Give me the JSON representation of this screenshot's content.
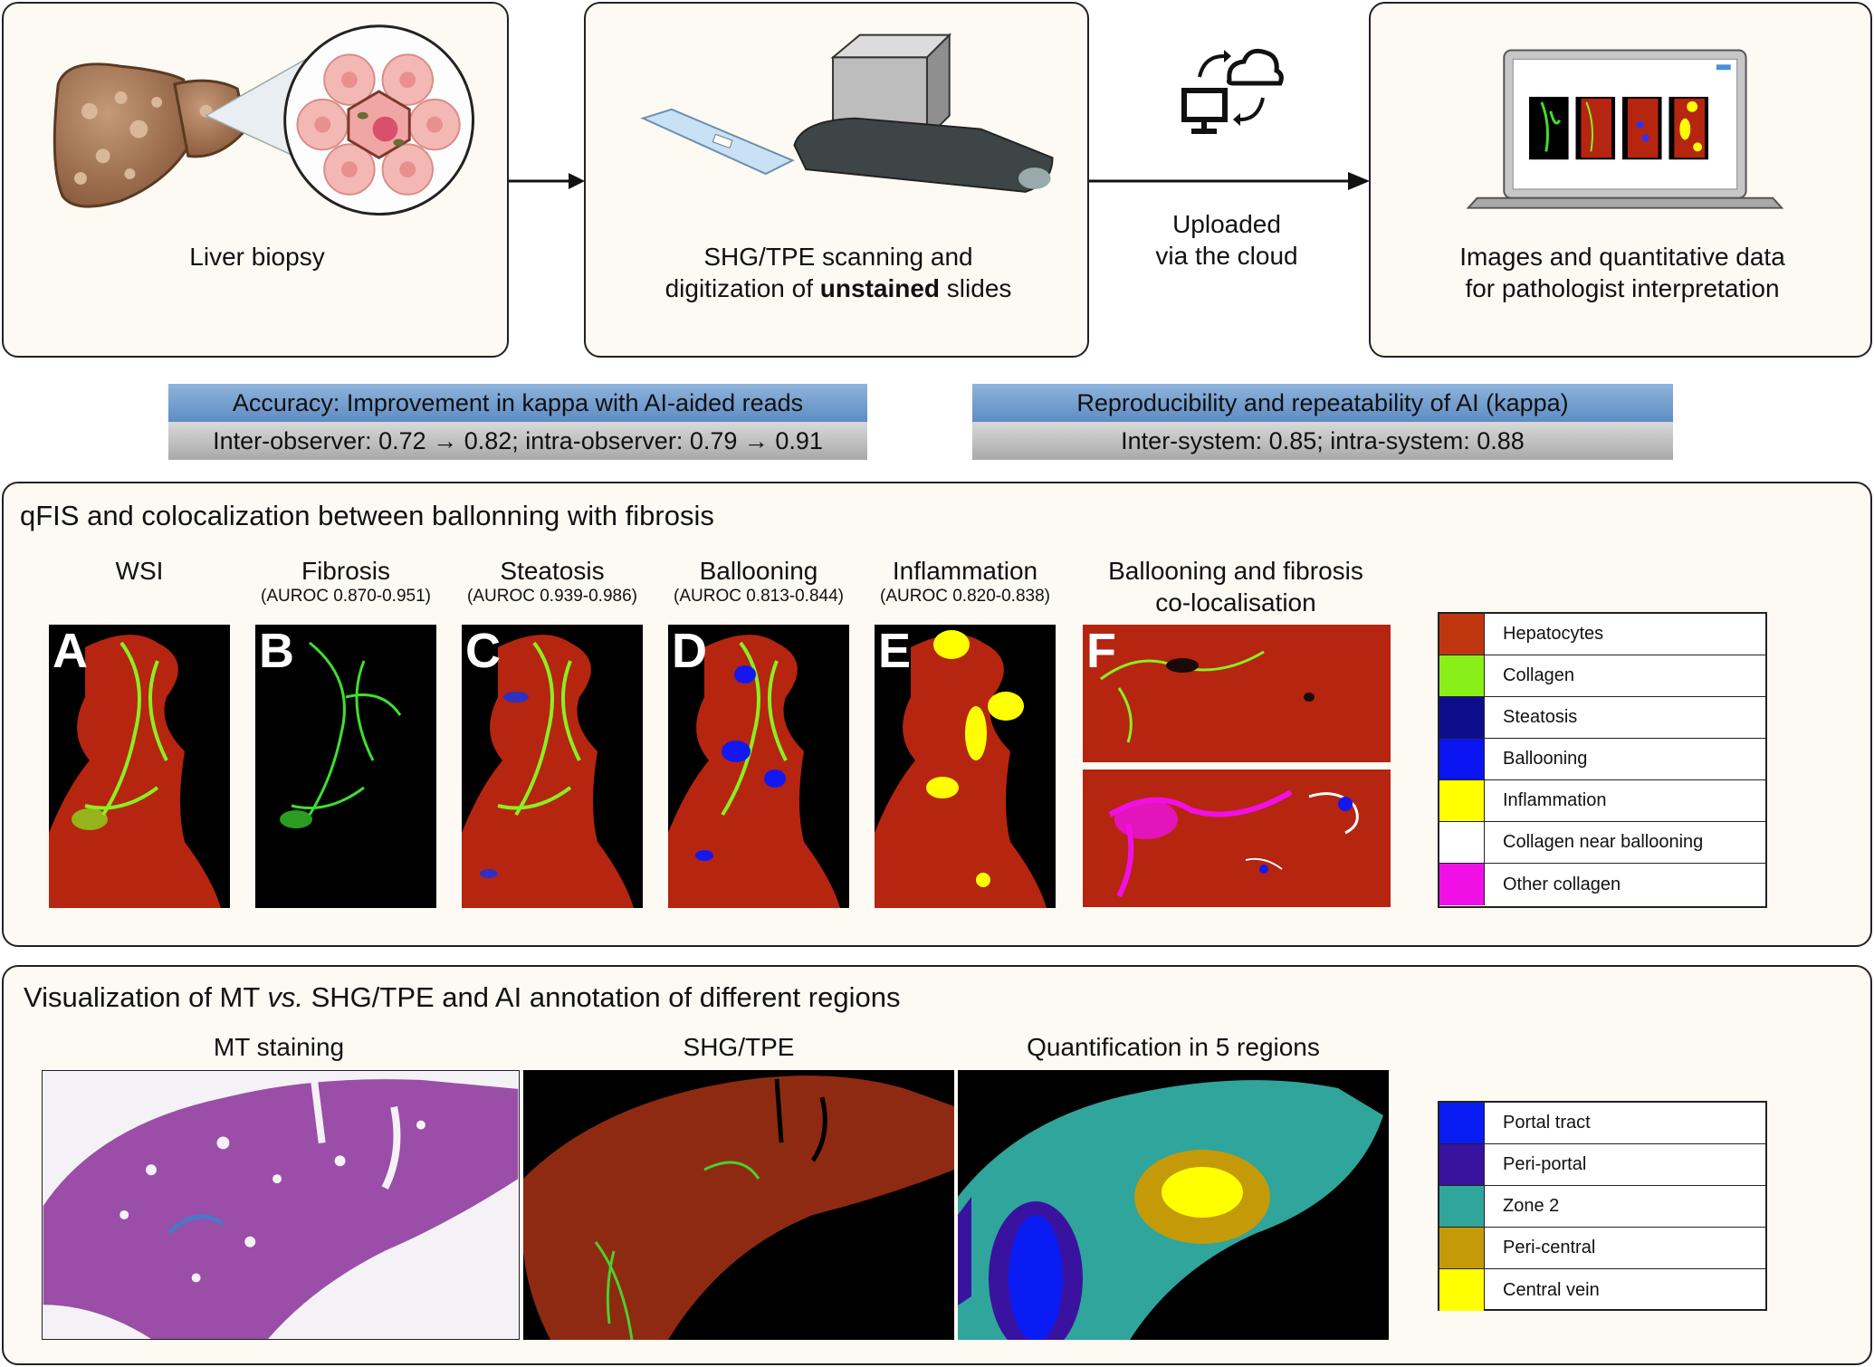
{
  "workflow": {
    "step1": "Liver biopsy",
    "step2_line1": "SHG/TPE scanning and",
    "step2_line2_pre": "digitization of ",
    "step2_line2_bold": "unstained",
    "step2_line2_post": " slides",
    "upload_line1": "Uploaded",
    "upload_line2": "via the cloud",
    "step4_line1": "Images and quantitative data",
    "step4_line2": "for pathologist interpretation"
  },
  "kappa": {
    "accuracy_title": "Accuracy: Improvement in kappa with AI-aided reads",
    "accuracy_values": "Inter-observer: 0.72 → 0.82; intra-observer: 0.79 → 0.91",
    "repro_title": "Reproducibility and repeatability of AI (kappa)",
    "repro_values": "Inter-system: 0.85; intra-system: 0.88"
  },
  "panel_qfis": {
    "title": "qFIS and colocalization between ballonning with fibrosis",
    "columns": [
      {
        "label": "WSI",
        "sub": "",
        "letter": "A"
      },
      {
        "label": "Fibrosis",
        "sub": "(AUROC 0.870-0.951)",
        "letter": "B"
      },
      {
        "label": "Steatosis",
        "sub": "(AUROC 0.939-0.986)",
        "letter": "C"
      },
      {
        "label": "Ballooning",
        "sub": "(AUROC 0.813-0.844)",
        "letter": "D"
      },
      {
        "label": "Inflammation",
        "sub": "(AUROC 0.820-0.838)",
        "letter": "E"
      }
    ],
    "coloc_line1": "Ballooning and fibrosis",
    "coloc_line2": "co-localisation",
    "coloc_letter": "F",
    "legend": [
      {
        "label": "Hepatocytes",
        "color": "#c0370f"
      },
      {
        "label": "Collagen",
        "color": "#88f018"
      },
      {
        "label": "Steatosis",
        "color": "#0d0d8c"
      },
      {
        "label": "Ballooning",
        "color": "#0a14f0"
      },
      {
        "label": "Inflammation",
        "color": "#ffff00"
      },
      {
        "label": "Collagen near ballooning",
        "color": "#ffffff"
      },
      {
        "label": "Other collagen",
        "color": "#f010e6"
      }
    ]
  },
  "panel_mt": {
    "title_pre": "Visualization of MT ",
    "title_italic": "vs.",
    "title_post": " SHG/TPE and AI annotation of different regions",
    "images": [
      {
        "label": "MT staining"
      },
      {
        "label": "SHG/TPE"
      },
      {
        "label": "Quantification in 5 regions"
      }
    ],
    "legend": [
      {
        "label": "Portal tract",
        "color": "#0a1cf4"
      },
      {
        "label": "Peri-portal",
        "color": "#3a12a0"
      },
      {
        "label": "Zone 2",
        "color": "#2fa59c"
      },
      {
        "label": "Peri-central",
        "color": "#c59a08"
      },
      {
        "label": "Central vein",
        "color": "#ffff00"
      }
    ]
  }
}
